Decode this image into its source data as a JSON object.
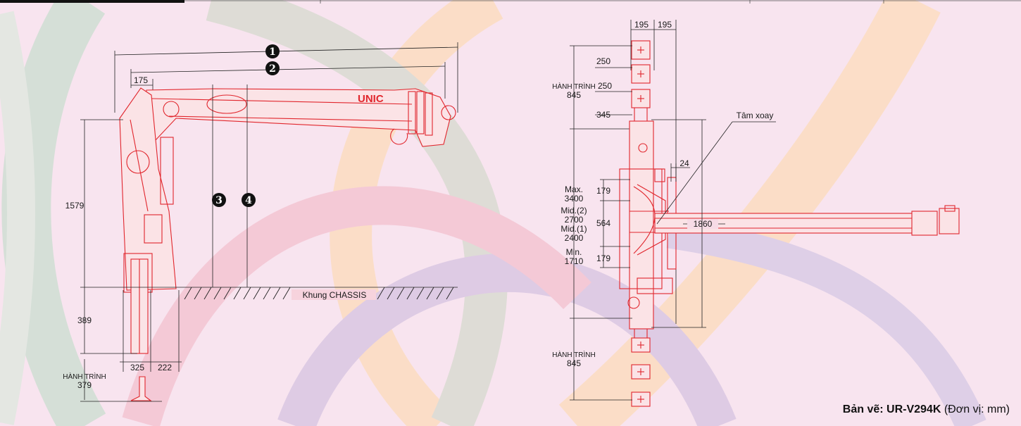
{
  "brand": {
    "logo_text": "UNIC"
  },
  "side_view": {
    "badges": [
      "1",
      "2",
      "3",
      "4"
    ],
    "dims": {
      "d175": "175",
      "d1579": "1579",
      "d389": "389",
      "d325": "325",
      "d222": "222",
      "stroke_label": "HÀNH TRÌNH",
      "stroke_value": "379"
    },
    "chassis_label": "Khung CHASSIS"
  },
  "top_view": {
    "dims": {
      "w195a": "195",
      "w195b": "195",
      "d250a": "250",
      "d250b": "250",
      "d345": "345",
      "d24": "24",
      "d179a": "179",
      "d179b": "179",
      "d564": "564",
      "d1860": "1860"
    },
    "stroke_top_label": "HÀNH TRÌNH",
    "stroke_top_value": "845",
    "stroke_bottom_label": "HÀNH TRÌNH",
    "stroke_bottom_value": "845",
    "pivot_label": "Tâm xoay",
    "spans": [
      {
        "label": "Max.",
        "value": "3400"
      },
      {
        "label": "Mid.(2)",
        "value": "2700"
      },
      {
        "label": "Mid.(1)",
        "value": "2400"
      },
      {
        "label": "Min.",
        "value": "1710"
      }
    ]
  },
  "footer": {
    "title": "Bản vẽ: UR-V294K",
    "unit": "(Đơn vị: mm)"
  }
}
